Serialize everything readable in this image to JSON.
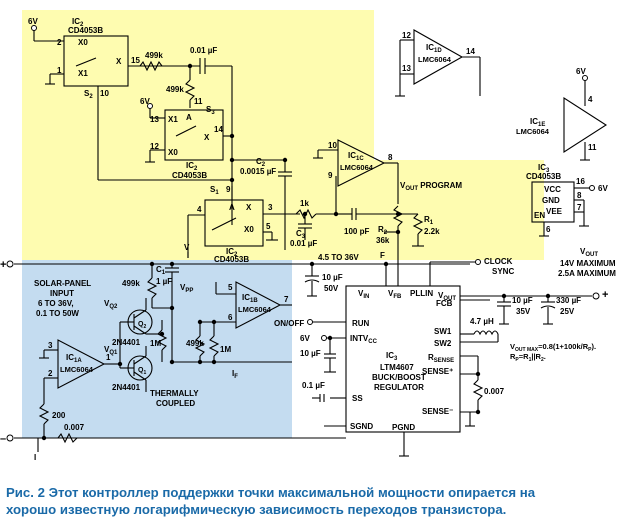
{
  "caption_lines": [
    "Рис.  2 Этот контроллер поддержки точки максимальной мощности опирается на",
    "хорошо известную логарифмическую зависимость переходов транзистора."
  ],
  "colors": {
    "yellow_region": "#fefcb0",
    "blue_region": "#c4dcf0",
    "caption": "#1a6aa8",
    "wire": "#000000"
  },
  "labels": {
    "ic2_top_name": "IC",
    "ic2_top_sub": "2",
    "cd4053b": "CD4053B",
    "x0": "X0",
    "x1": "X1",
    "x": "X",
    "a": "A",
    "pin6": "6",
    "pin2": "2",
    "pin1": "1",
    "pin15": "15",
    "pin10": "10",
    "pin11": "11",
    "pin13": "13",
    "pin12": "12",
    "pin14": "14",
    "pin9": "9",
    "pin4": "4",
    "pin3": "3",
    "pin5": "5",
    "s2": "S",
    "s2_sub": "2",
    "s3": "S",
    "s3_sub": "3",
    "s1": "S",
    "s1_sub": "1",
    "r499k_a": "499k",
    "r499k_b": "499k",
    "c001": "0.01 µF",
    "c2": "C",
    "c2_sub": "2",
    "c2_val": "0.0015 µF",
    "v6": "6V",
    "ic1c": "IC",
    "ic1c_sub": "1C",
    "lmc6064": "LMC6064",
    "ic1d": "IC",
    "ic1d_sub": "1D",
    "ic1e": "IC",
    "ic1e_sub": "1E",
    "ic1b": "IC",
    "ic1b_sub": "1B",
    "ic1a": "IC",
    "ic1a_sub": "1A",
    "ic3": "IC",
    "ic3_sub": "3",
    "ltm4607": "LTM4607",
    "buck_boost": "BUCK/BOOST",
    "regulator": "REGULATOR",
    "vout_program": "V",
    "vout_program_sub": "OUT",
    "vout_program_rest": " PROGRAM",
    "r1k": "1k",
    "c3": "C",
    "c3_sub": "3",
    "c3_val": "0.01 µF",
    "c100p": "100 pF",
    "r2": "R",
    "r2_sub": "2",
    "r2_val": "36k",
    "r1": "R",
    "r1_sub": "1",
    "r1_val": "2.2k",
    "v_label": "V",
    "f_label": "F",
    "clock_sync": "CLOCK",
    "sync": "SYNC",
    "range_4p5": "4.5 TO 36V",
    "vout": "V",
    "vout_sub": "OUT",
    "vout_max1": "14V MAXIMUM",
    "vout_max2": "2.5A MAXIMUM",
    "c1": "C",
    "c1_sub": "1",
    "c1_val": "1 µF",
    "vpp": "V",
    "vpp_sub": "PP",
    "solar1": "SOLAR-PANEL",
    "solar2": "INPUT",
    "solar3": "6 TO 36V,",
    "solar4": "0.1 TO 50W",
    "q2": "Q",
    "q2_sub": "2",
    "q1": "Q",
    "q1_sub": "1",
    "vq2": "V",
    "vq2_sub": "Q2",
    "vq1": "V",
    "vq1_sub": "Q1",
    "n2n4401a": "2N4401",
    "n2n4401b": "2N4401",
    "thermally": "THERMALLY",
    "coupled": "COUPLED",
    "r1m_a": "1M",
    "r1m_b": "1M",
    "r499k_c": "499k",
    "r499k_d": "499k",
    "r200": "200",
    "r0007a": "0.007",
    "r0007b": "0.007",
    "lf": "I",
    "lf_sub": "F",
    "i_label": "I",
    "c10u50": "10 µF",
    "v50": "50V",
    "vin": "V",
    "vin_sub": "IN",
    "vfb": "V",
    "vfb_sub": "FB",
    "pllin": "PLLIN",
    "voutpin": "V",
    "voutpin_sub": "OUT",
    "fcb": "FCB",
    "sw1": "SW1",
    "sw2": "SW2",
    "rsense": "R",
    "rsense_sub": "SENSE",
    "sensep": "SENSE⁺",
    "sensem": "SENSE⁻",
    "run": "RUN",
    "onoff": "ON/OFF",
    "intvcc": "INTV",
    "intvcc_sub": "CC",
    "ss": "SS",
    "sgnd": "SGND",
    "pgnd": "PGND",
    "c10u35": "10 µF",
    "v35": "35V",
    "c330": "330 µF",
    "v25": "25V",
    "l47": "4.7 µH",
    "c10u": "10 µF",
    "c01u": "0.1 µF",
    "formula1": "V",
    "formula1_sub": "OUT MAX",
    "formula1_rest": "=0.8(1+100k/R",
    "formula1_sub2": "P",
    "formula1_end": ").",
    "formula2": "R",
    "formula2_sub": "P",
    "formula2_rest": "=R",
    "formula2_sub2": "1",
    "formula2_mid": "||R",
    "formula2_sub3": "2",
    "formula2_end": ".",
    "vcc": "VCC",
    "gnd": "GND",
    "vee": "VEE",
    "en": "EN",
    "pin16": "16",
    "pin8": "8",
    "pin7": "7"
  }
}
